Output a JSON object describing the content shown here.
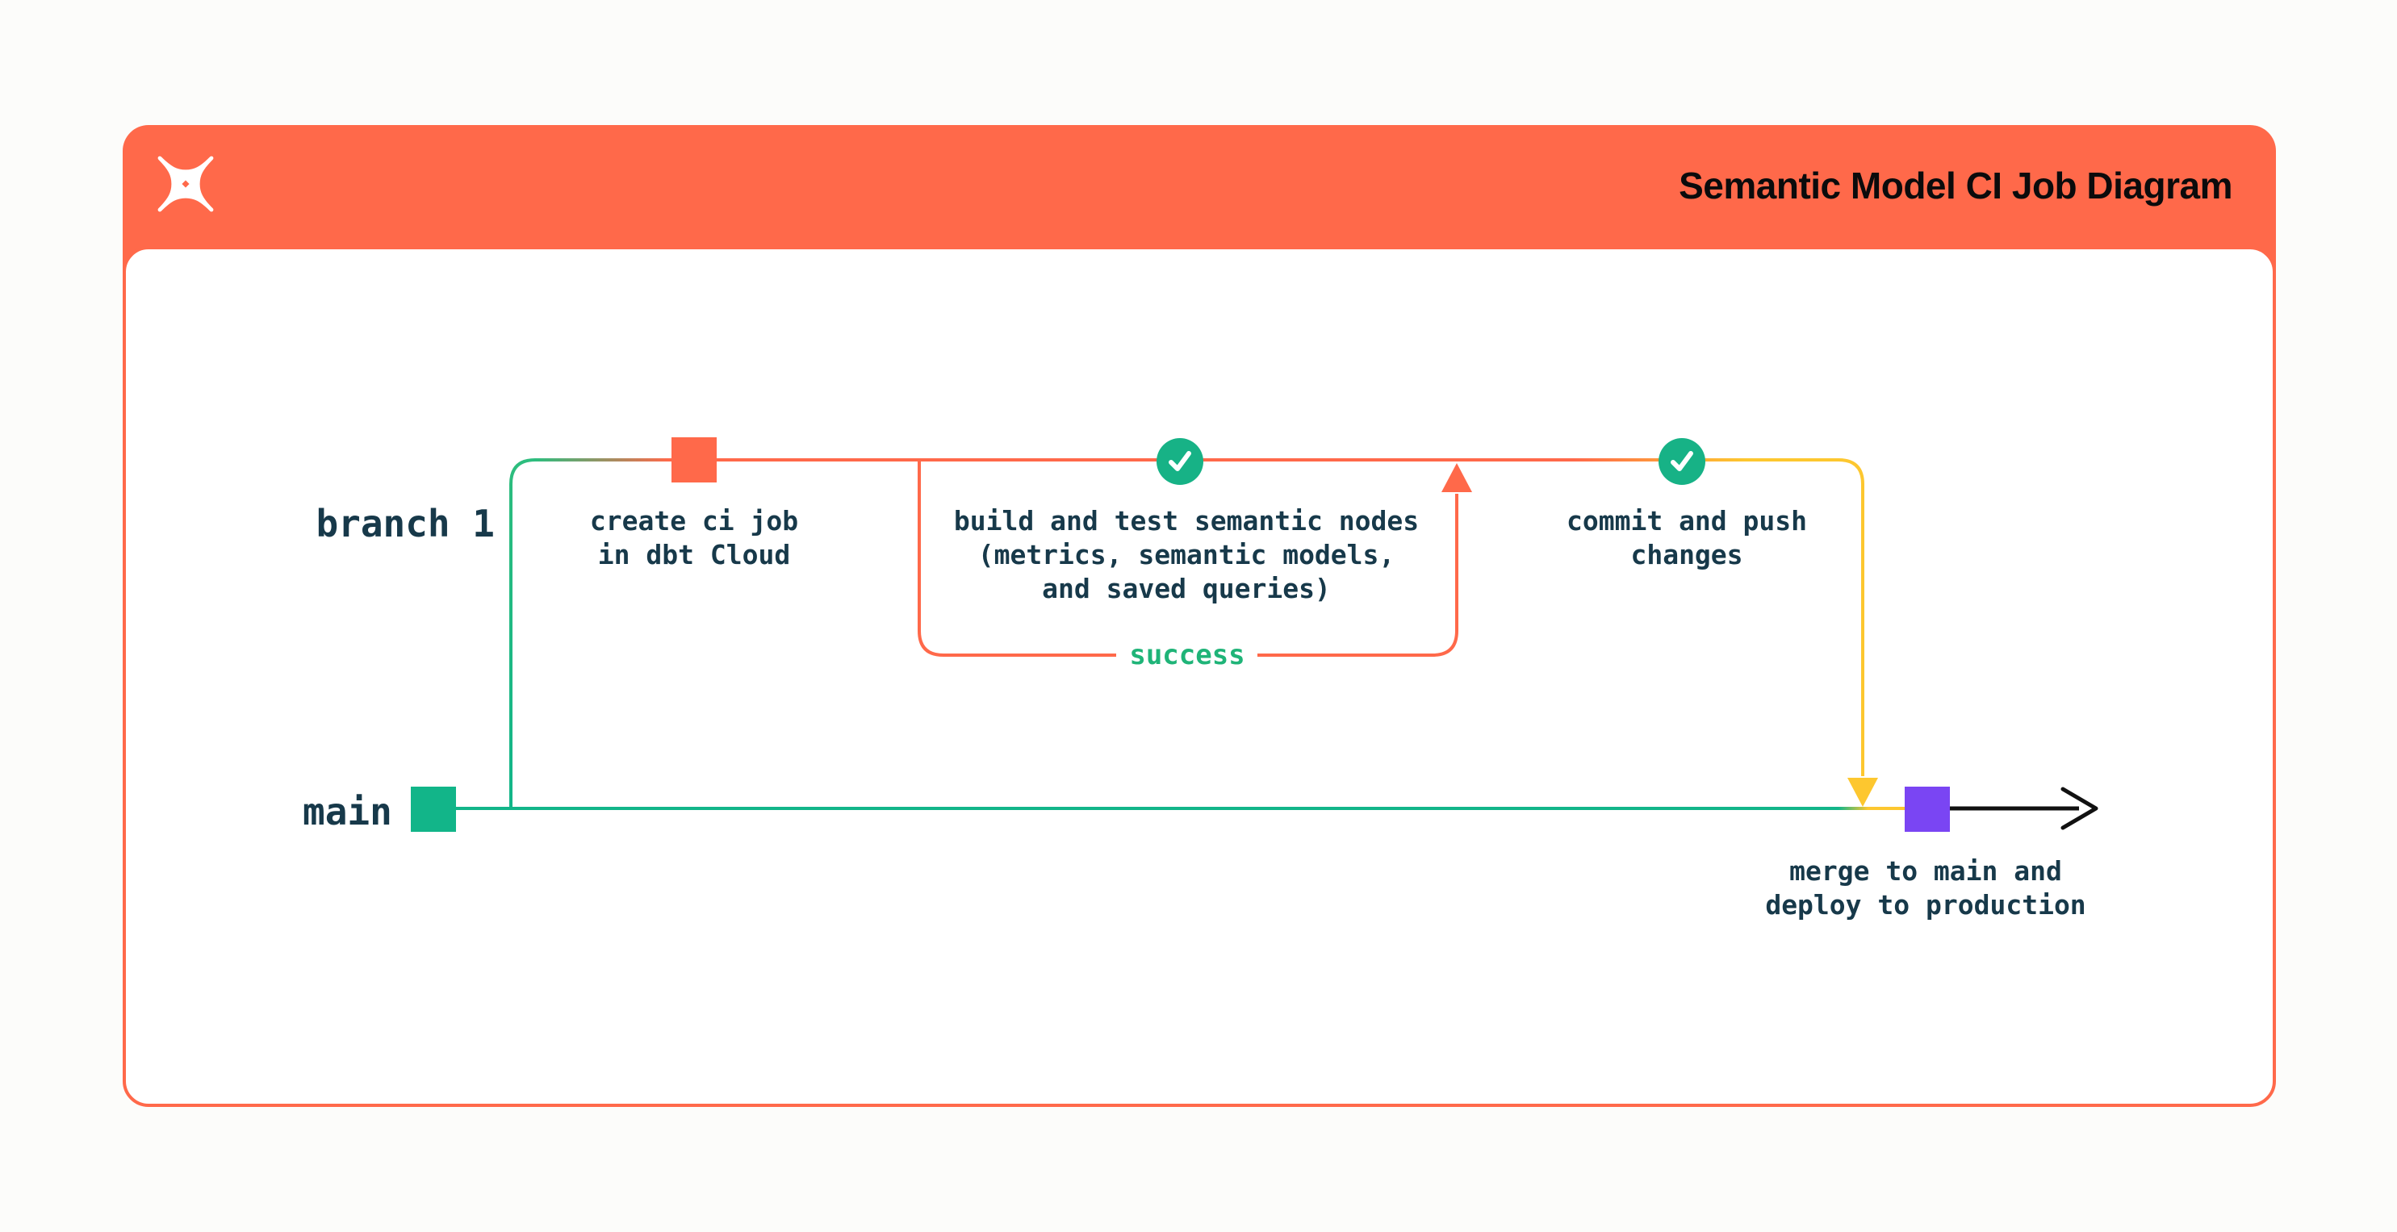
{
  "header": {
    "title": "Semantic Model CI Job Diagram",
    "logo_icon": "dbt-logo",
    "background": "#ff694a",
    "title_color": "#0b0b0c"
  },
  "diagram": {
    "branches": [
      {
        "id": "branch-1",
        "label": "branch 1"
      },
      {
        "id": "main",
        "label": "main"
      }
    ],
    "nodes": [
      {
        "id": "create-ci-job",
        "marker": "orange-commit-square",
        "color": "#ff694a",
        "lines": [
          "create ci job",
          "in dbt Cloud"
        ]
      },
      {
        "id": "build-and-test",
        "marker": "check-circle",
        "color": "#17b286",
        "lines": [
          "build and test semantic nodes",
          "(metrics, semantic models,",
          "and saved queries)"
        ]
      },
      {
        "id": "commit-and-push",
        "marker": "check-circle",
        "color": "#17b286",
        "lines": [
          "commit and push",
          "changes"
        ]
      },
      {
        "id": "merge-and-deploy",
        "marker": "purple-commit-square",
        "color": "#7a45f3",
        "lines": [
          "merge to main and",
          "deploy to production"
        ]
      }
    ],
    "loop_label": "success",
    "colors": {
      "orange": "#ff694a",
      "teal_green": "#12b589",
      "circle_green": "#17b286",
      "success_green": "#1fb478",
      "branch_green": "#2dbd7e",
      "yellow": "#fdc72f",
      "purple": "#7a45f3",
      "label_dark": "#17394a",
      "arrow_black": "#111111",
      "card_background": "#ffffff",
      "page_background": "#fcfcfa"
    }
  }
}
